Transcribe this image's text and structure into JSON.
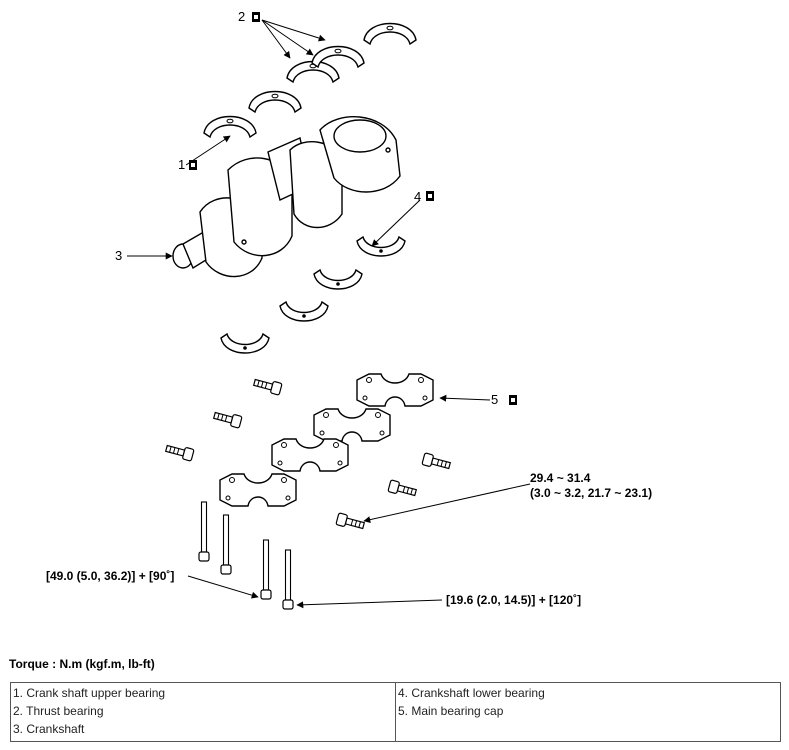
{
  "callouts": {
    "c1": "1",
    "c2": "2",
    "c3": "3",
    "c4": "4",
    "c5": "5"
  },
  "torque_labels": {
    "cap_bolt_line1": "29.4 ~ 31.4",
    "cap_bolt_line2": "(3.0 ~ 3.2, 21.7 ~ 23.1)",
    "long_bolt_a": "[49.0 (5.0, 36.2)] + [90˚]",
    "long_bolt_b": "[19.6 (2.0, 14.5)] + [120˚]"
  },
  "torque_unit": "Torque : N.m (kgf.m, lb-ft)",
  "legend": {
    "left": [
      "1. Crank shaft upper bearing",
      "2. Thrust bearing",
      "3. Crankshaft"
    ],
    "right": [
      "4. Crankshaft lower bearing",
      "5. Main bearing cap"
    ]
  },
  "icons": {
    "replace_part": "replace-part-icon"
  }
}
